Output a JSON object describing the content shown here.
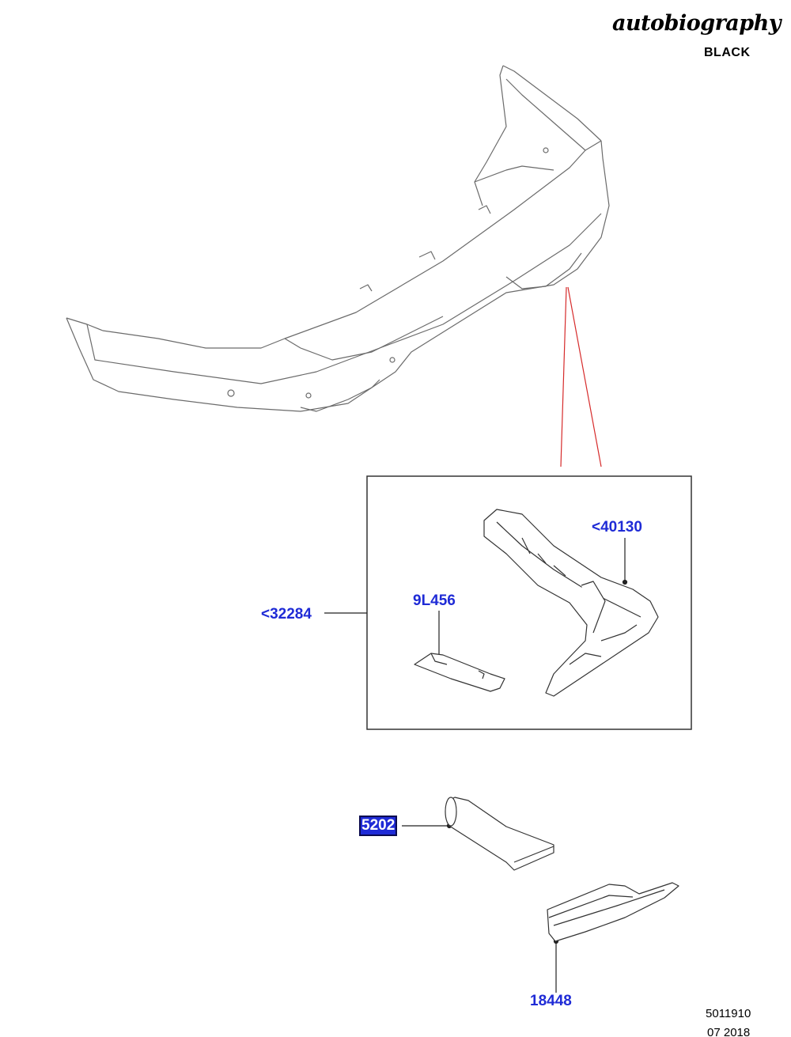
{
  "header": {
    "brand": "autobiography",
    "edition": "BLACK"
  },
  "callouts": {
    "assembly": "<32284",
    "trim_right": "<40130",
    "cover": "9L456",
    "tailpipe": "5202",
    "bracket": "18448"
  },
  "footer": {
    "ref": "5011910",
    "date": "07 2018"
  },
  "colors": {
    "callout": "#1f2bd6",
    "leader": "#d62b2b",
    "line": "#555555"
  }
}
